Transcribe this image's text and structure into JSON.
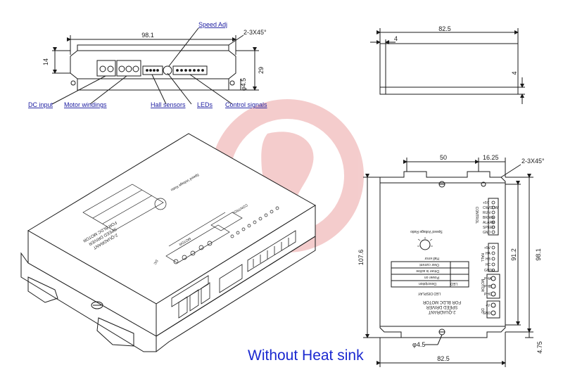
{
  "caption": "Without Heat sink",
  "front_view": {
    "dimensions": {
      "width": "98.1",
      "height": "14",
      "depth": "29",
      "hole": "φ4.5",
      "chamfer": "2-3X45°"
    },
    "callouts": {
      "speed_adj": "Speed Adj",
      "dc_input": "DC input",
      "motor_windings": "Motor windings",
      "hall_sensors": "Hall sensors",
      "leds": "LEDs",
      "control_signals": "Control signals"
    }
  },
  "side_view": {
    "dimensions": {
      "width": "82.5",
      "offset": "4",
      "thickness": "4"
    }
  },
  "top_view": {
    "dimensions": {
      "span": "50",
      "edge": "16.25",
      "chamfer": "2-3X45°",
      "height_total": "107.6",
      "height_inner": "91.2",
      "height_body": "98.1",
      "hole": "φ4.5",
      "width": "82.5",
      "margin": "4.75"
    },
    "labels": {
      "product_line1": "2-QUADRANT",
      "product_line2": "SPEED DRIVER",
      "product_line3": "FOR BLDC MOTOR",
      "speed_voltage": "Speed Voltage Ratio",
      "control": "CONTROL",
      "motor": "MOTOR",
      "dc": "DC",
      "led_display": "LED DISPLAY",
      "hall": "HALL",
      "pins_control": [
        "+5V",
        "CW/CCW",
        "RUN",
        "BRAKE",
        "ALARM",
        "SPEED",
        "GND"
      ],
      "pins_motor": [
        "PHA",
        "PHB",
        "PHC"
      ],
      "pins_dc": [
        "+V",
        "GND"
      ],
      "pins_hall": [
        "+5V",
        "HA",
        "HB",
        "HC",
        "GND"
      ],
      "table_header": [
        "LED",
        "Description"
      ],
      "table_rows": [
        "Power on",
        "Driver is active",
        "Over current",
        "Hall error"
      ]
    }
  },
  "iso_view": {
    "labels": {
      "line1": "2-QUADRANT",
      "line2": "SPEED DRIVER",
      "line3": "FOR BLDC MOTOR",
      "control": "CONTROL",
      "motor": "MOTOR",
      "dc": "DC",
      "speed_voltage": "Speed Voltage Ratio"
    }
  }
}
